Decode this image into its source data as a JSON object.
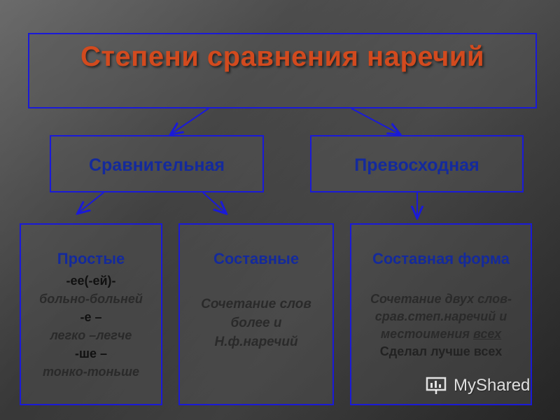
{
  "title": "Степени сравнения наречий",
  "comparative": {
    "label": "Сравнительная",
    "simple": {
      "heading": "Простые",
      "lines": [
        "-ее(-ей)-",
        "больно-больней",
        "-е –",
        "легко –легче",
        "-ше –",
        "тонко-тоньше"
      ]
    },
    "compound": {
      "heading": "Составные",
      "lines": [
        "Сочетание слов",
        "более и",
        "Н.ф.наречий"
      ]
    }
  },
  "superlative": {
    "label": "Превосходная",
    "form": {
      "heading": "Составная форма",
      "line1": "Сочетание двух слов-",
      "line2": "срав.степ.наречий и",
      "line3_prefix": "местоимения ",
      "line3_underlined": "всех",
      "example": "Сделал лучше всех"
    }
  },
  "watermark": "MyShared",
  "colors": {
    "title": "#d24a1e",
    "heading": "#142a9c",
    "border": "#1a1ad8",
    "arrows": "#1a1ad8"
  }
}
